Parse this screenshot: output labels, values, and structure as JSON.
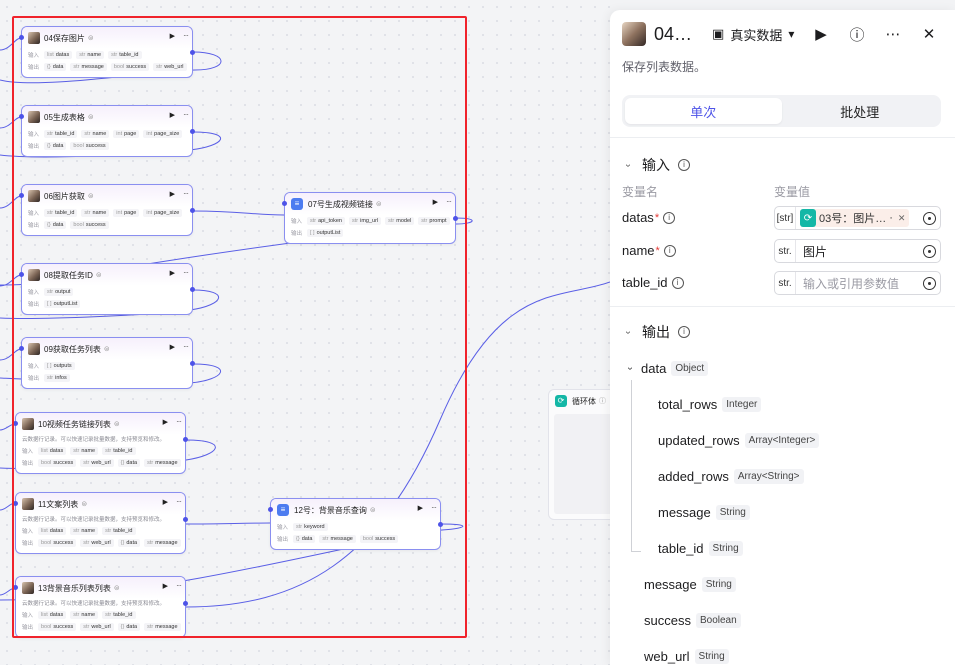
{
  "canvas": {
    "nodes": [
      {
        "id": "n04",
        "title": "04保存图片",
        "in_label": "输入",
        "out_label": "输出",
        "inputs": [
          {
            "t": "list",
            "n": "datas"
          },
          {
            "t": "str",
            "n": "name"
          },
          {
            "t": "str",
            "n": "table_id"
          }
        ],
        "outputs": [
          {
            "t": "{}",
            "n": "data"
          },
          {
            "t": "str",
            "n": "message"
          },
          {
            "t": "bool",
            "n": "success"
          },
          {
            "t": "str",
            "n": "web_url"
          }
        ]
      },
      {
        "id": "n05",
        "title": "05生成表格",
        "in_label": "输入",
        "out_label": "输出",
        "inputs": [
          {
            "t": "str",
            "n": "table_id"
          },
          {
            "t": "str",
            "n": "name"
          },
          {
            "t": "int",
            "n": "page"
          },
          {
            "t": "int",
            "n": "page_size"
          }
        ],
        "outputs": [
          {
            "t": "{}",
            "n": "data"
          },
          {
            "t": "bool",
            "n": "success"
          }
        ]
      },
      {
        "id": "n06",
        "title": "06图片获取",
        "in_label": "输入",
        "out_label": "输出",
        "inputs": [
          {
            "t": "str",
            "n": "table_id"
          },
          {
            "t": "str",
            "n": "name"
          },
          {
            "t": "int",
            "n": "page"
          },
          {
            "t": "int",
            "n": "page_size"
          }
        ],
        "outputs": [
          {
            "t": "{}",
            "n": "data"
          },
          {
            "t": "bool",
            "n": "success"
          }
        ]
      },
      {
        "id": "n07",
        "title": "07号生成视频链接",
        "in_label": "输入",
        "out_label": "输出",
        "inputs": [
          {
            "t": "str",
            "n": "api_token"
          },
          {
            "t": "str",
            "n": "img_url"
          },
          {
            "t": "str",
            "n": "model"
          },
          {
            "t": "str",
            "n": "prompt"
          }
        ],
        "outputs": [
          {
            "t": "[ ]",
            "n": "outputList"
          }
        ]
      },
      {
        "id": "n08",
        "title": "08提取任务ID",
        "in_label": "输入",
        "out_label": "输出",
        "inputs": [
          {
            "t": "str",
            "n": "output"
          }
        ],
        "outputs": [
          {
            "t": "[ ]",
            "n": "outputList"
          }
        ]
      },
      {
        "id": "n09",
        "title": "09获取任务列表",
        "in_label": "输入",
        "out_label": "输出",
        "inputs": [
          {
            "t": "[ ]",
            "n": "outputs"
          }
        ],
        "outputs": [
          {
            "t": "str",
            "n": "infos"
          }
        ]
      },
      {
        "id": "n10",
        "title": "10视频任务链接列表",
        "desc": "云数据行记录。可以快速记录批量数据，支持预览和修改。",
        "in_label": "输入",
        "out_label": "输出",
        "inputs": [
          {
            "t": "list",
            "n": "datas"
          },
          {
            "t": "str",
            "n": "name"
          },
          {
            "t": "str",
            "n": "table_id"
          }
        ],
        "outputs": [
          {
            "t": "bool",
            "n": "success"
          },
          {
            "t": "str",
            "n": "web_url"
          },
          {
            "t": "{}",
            "n": "data"
          },
          {
            "t": "str",
            "n": "message"
          }
        ]
      },
      {
        "id": "n11",
        "title": "11文案列表",
        "desc": "云数据行记录。可以快速记录批量数据，支持预览和修改。",
        "in_label": "输入",
        "out_label": "输出",
        "inputs": [
          {
            "t": "list",
            "n": "datas"
          },
          {
            "t": "str",
            "n": "name"
          },
          {
            "t": "str",
            "n": "table_id"
          }
        ],
        "outputs": [
          {
            "t": "bool",
            "n": "success"
          },
          {
            "t": "str",
            "n": "web_url"
          },
          {
            "t": "{}",
            "n": "data"
          },
          {
            "t": "str",
            "n": "message"
          }
        ]
      },
      {
        "id": "n12",
        "title": "12号：背景音乐查询",
        "in_label": "输入",
        "out_label": "输出",
        "inputs": [
          {
            "t": "str",
            "n": "keyword"
          }
        ],
        "outputs": [
          {
            "t": "{}",
            "n": "data"
          },
          {
            "t": "str",
            "n": "message"
          },
          {
            "t": "bool",
            "n": "success"
          }
        ]
      },
      {
        "id": "n13",
        "title": "13背景音乐列表列表",
        "desc": "云数据行记录。可以快速记录批量数据，支持预览和修改。",
        "in_label": "输入",
        "out_label": "输出",
        "inputs": [
          {
            "t": "list",
            "n": "datas"
          },
          {
            "t": "str",
            "n": "name"
          },
          {
            "t": "str",
            "n": "table_id"
          }
        ],
        "outputs": [
          {
            "t": "bool",
            "n": "success"
          },
          {
            "t": "str",
            "n": "web_url"
          },
          {
            "t": "{}",
            "n": "data"
          },
          {
            "t": "str",
            "n": "message"
          }
        ]
      }
    ],
    "loop_title": "循环体"
  },
  "panel": {
    "title": "04…",
    "mode": "真实数据",
    "description": "保存列表数据。",
    "tabs": [
      "单次",
      "批处理"
    ],
    "input_section": "输入",
    "col_name": "变量名",
    "col_value": "变量值",
    "vars": [
      {
        "name": "datas",
        "type": "[str]",
        "ref": "03号：图片…"
      },
      {
        "name": "name",
        "type": "str.",
        "value": "图片"
      },
      {
        "name": "table_id",
        "type": "str.",
        "placeholder": "输入或引用参数值"
      }
    ],
    "output_section": "输出",
    "outputs": [
      {
        "name": "data",
        "type": "Object"
      },
      {
        "name": "total_rows",
        "type": "Integer"
      },
      {
        "name": "updated_rows",
        "type": "Array<Integer>"
      },
      {
        "name": "added_rows",
        "type": "Array<String>"
      },
      {
        "name": "message",
        "type": "String"
      },
      {
        "name": "table_id",
        "type": "String"
      },
      {
        "name": "message",
        "type": "String"
      },
      {
        "name": "success",
        "type": "Boolean"
      },
      {
        "name": "web_url",
        "type": "String"
      }
    ]
  },
  "colors": {
    "accent": "#4d53e8",
    "selection": "#f0232c",
    "loop": "#14b7a6"
  },
  "icons": [
    "play-icon",
    "more-icon",
    "help-icon",
    "close-icon",
    "chevron-down-icon",
    "info-icon",
    "reference-picker-icon",
    "loop-icon",
    "dataset-icon"
  ]
}
